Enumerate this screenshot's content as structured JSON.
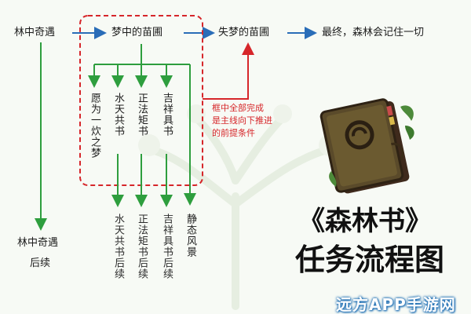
{
  "nodes": {
    "start": "林中奇遇",
    "dream_garden": "梦中的苗圃",
    "lost_garden": "失梦的苗圃",
    "final": "最终，森林会记住一切"
  },
  "branches_in_box": [
    "愿为一炊之梦",
    "水天共书",
    "正法矩书",
    "吉祥具书"
  ],
  "followups": [
    "水天共书后续",
    "正法矩书后续",
    "吉祥具书后续",
    "静态风景"
  ],
  "start_followup": {
    "line1": "林中奇遇",
    "line2": "后续"
  },
  "box_note": {
    "line1": "框中全部完成",
    "line2": "是主线向下推进",
    "line3": "的前提条件"
  },
  "title": {
    "line1": "《森林书》",
    "line2": "任务流程图"
  },
  "watermark": "远方APP手游网",
  "colors": {
    "main_arrow": "#2a6db8",
    "branch_arrow": "#2e9e3e",
    "box_and_note": "#d6262a"
  },
  "icons": {
    "book": "forest-book-illustration",
    "background": "tree-watermark"
  }
}
